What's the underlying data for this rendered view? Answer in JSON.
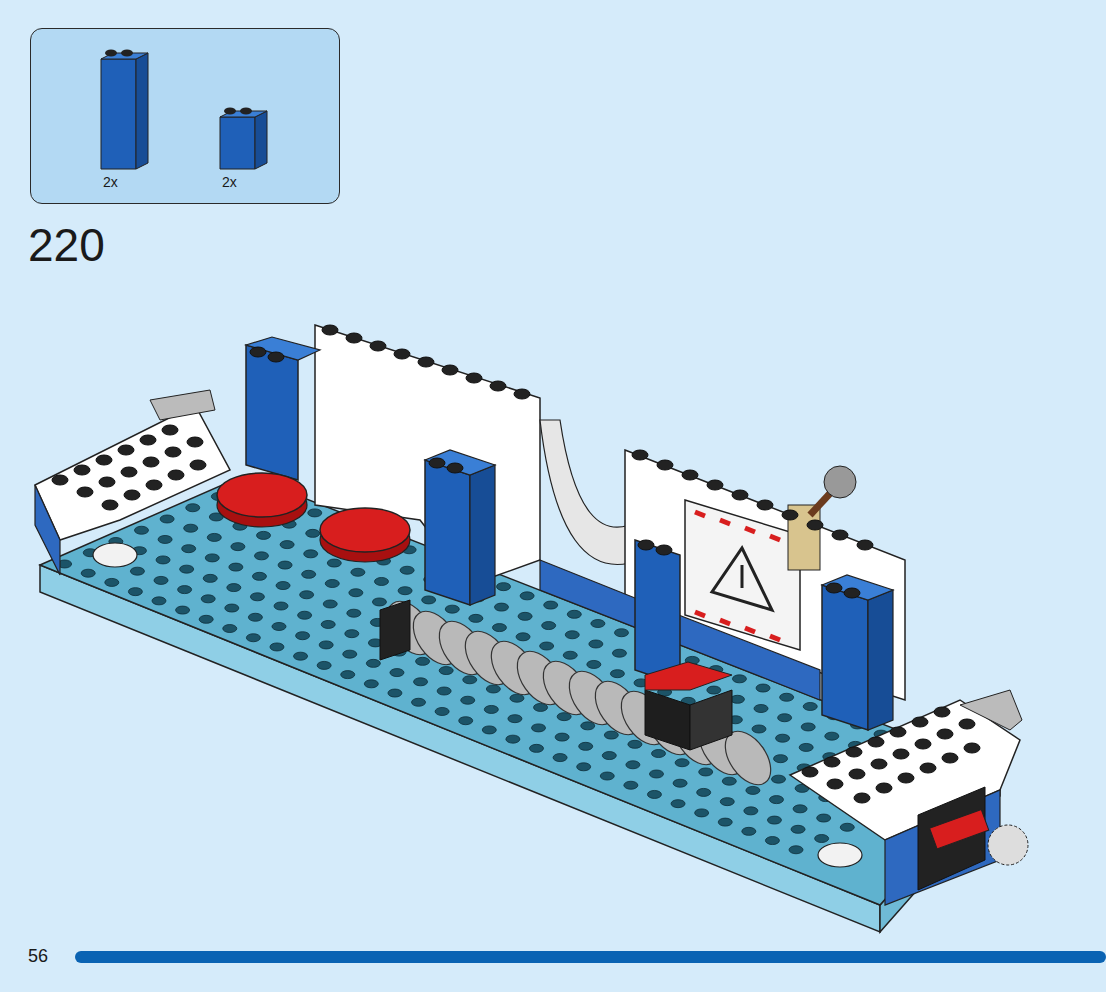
{
  "diagram": {
    "nodes": [
      {
        "text": [
          "2x",
          "2x"
        ]
      }
    ],
    "labels": [
      "220",
      "56"
    ]
  }
}
